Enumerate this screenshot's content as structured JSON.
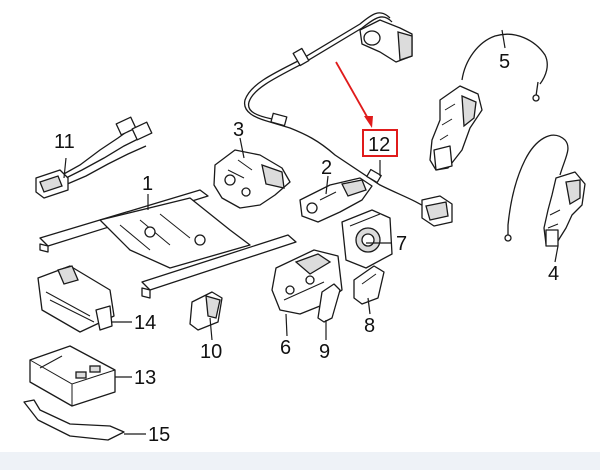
{
  "callouts": {
    "c1": "1",
    "c3": "3",
    "c2": "2",
    "c5": "5",
    "c4": "4",
    "c6": "6",
    "c7": "7",
    "c8": "8",
    "c9": "9",
    "c10": "10",
    "c11": "11",
    "c12": "12",
    "c13": "13",
    "c14": "14",
    "c15": "15"
  },
  "highlight": {
    "callout": "12",
    "color": "#e01b1b"
  },
  "colors": {
    "line": "#1a1a1a",
    "background": "#ffffff",
    "footer": "#eef2f7"
  }
}
